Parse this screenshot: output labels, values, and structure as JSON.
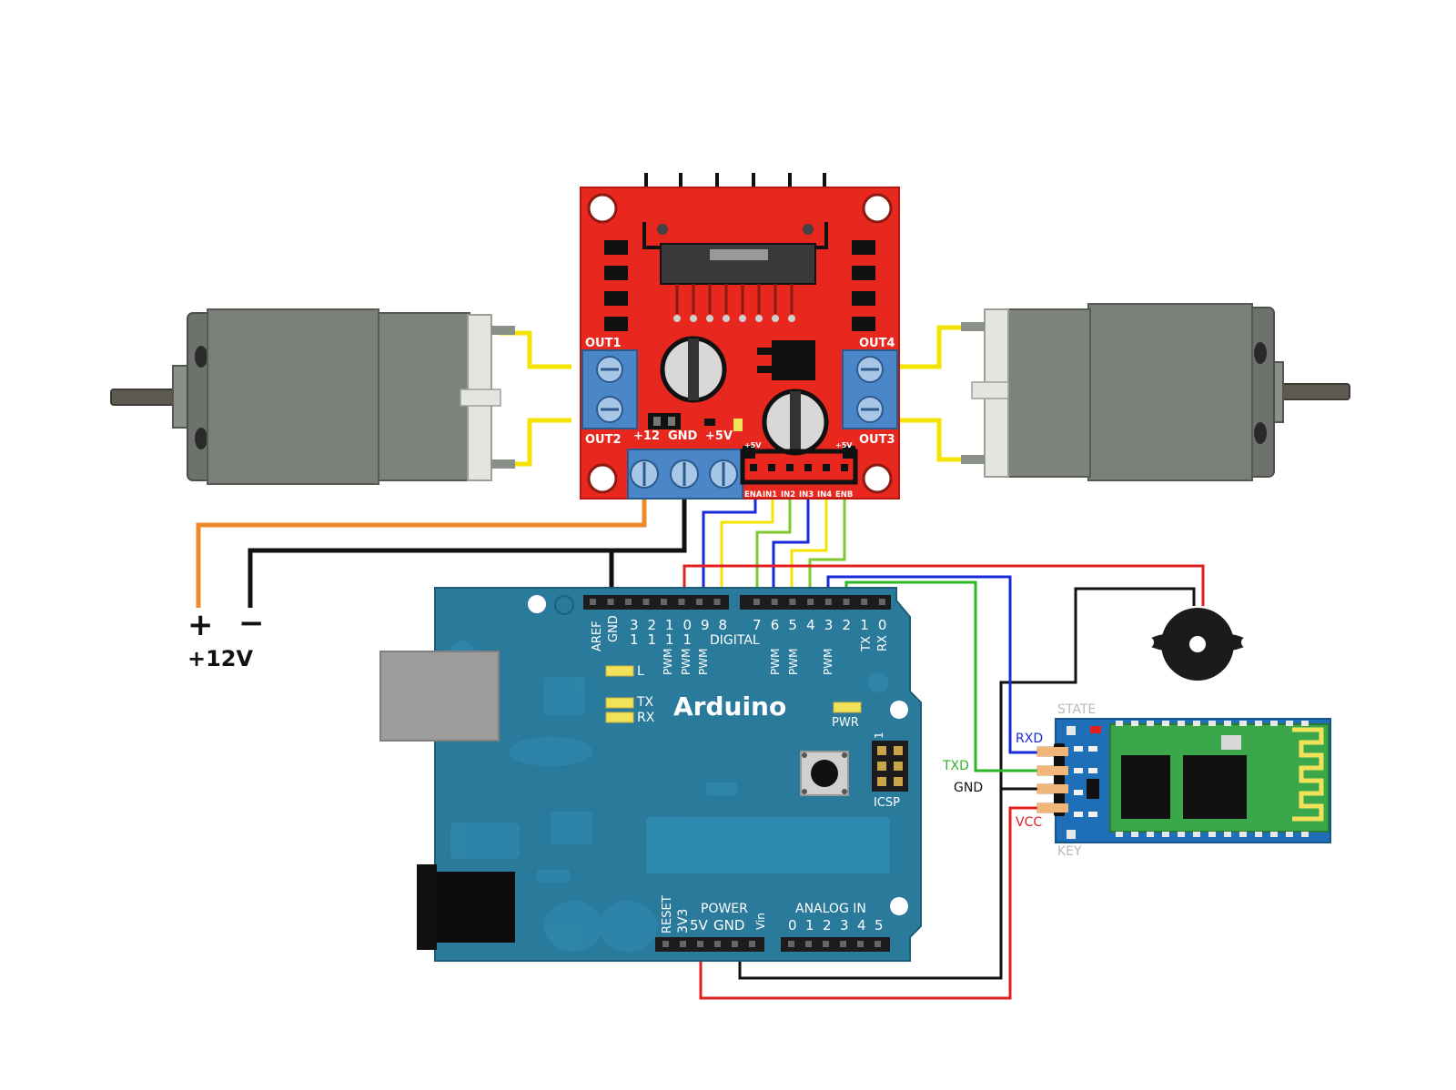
{
  "l298n": {
    "out1": "OUT1",
    "out2": "OUT2",
    "out3": "OUT3",
    "out4": "OUT4",
    "p12": "+12",
    "gnd": "GND",
    "p5": "+5V",
    "small5a": "+5V",
    "small5b": "+5V",
    "pins": [
      "ENA",
      "IN1",
      "IN2",
      "IN3",
      "IN4",
      "ENB"
    ]
  },
  "power": {
    "plus": "+",
    "minus": "−",
    "label": "+12V"
  },
  "arduino": {
    "brand": "Arduino",
    "digital_label": "DIGITAL",
    "aref": "AREF",
    "gnd": "GND",
    "top_pins": [
      "1\n3",
      "1\n2",
      "1\n1",
      "1\n0",
      "9",
      "8"
    ],
    "right_pins": [
      "7",
      "6",
      "5",
      "4",
      "3",
      "2",
      "1",
      "0"
    ],
    "tx_pin": "TX",
    "rx_pin": "RX",
    "pwm": "PWM",
    "led_l": "L",
    "led_tx": "TX",
    "led_rx": "RX",
    "pwr": "PWR",
    "icsp": "ICSP",
    "icsp_one": "1",
    "reset": "RESET",
    "v33": "3V3",
    "v5": "5V",
    "pgnd": "GND",
    "vin": "Vin",
    "power_label": "POWER",
    "analog_label": "ANALOG IN",
    "analog_pins": [
      "0",
      "1",
      "2",
      "3",
      "4",
      "5"
    ]
  },
  "bluetooth": {
    "state": "STATE",
    "key": "KEY",
    "rxd": "RXD",
    "txd": "TXD",
    "gnd": "GND",
    "vcc": "VCC"
  },
  "colors": {
    "board_red": "#e8281f",
    "arduino_blue": "#2a7a9c",
    "bt_blue": "#1e6fb8",
    "wire_red": "#e02020",
    "wire_black": "#111111",
    "wire_orange": "#ee8a2c",
    "wire_yellow": "#f4e300",
    "wire_green": "#7fc92d",
    "wire_blue": "#1a2ad8",
    "motor_grey": "#7a8079"
  },
  "icons": [
    "dc-motor-icon",
    "buzzer-icon",
    "usb-port-icon",
    "dc-jack-icon",
    "reset-button-icon"
  ]
}
